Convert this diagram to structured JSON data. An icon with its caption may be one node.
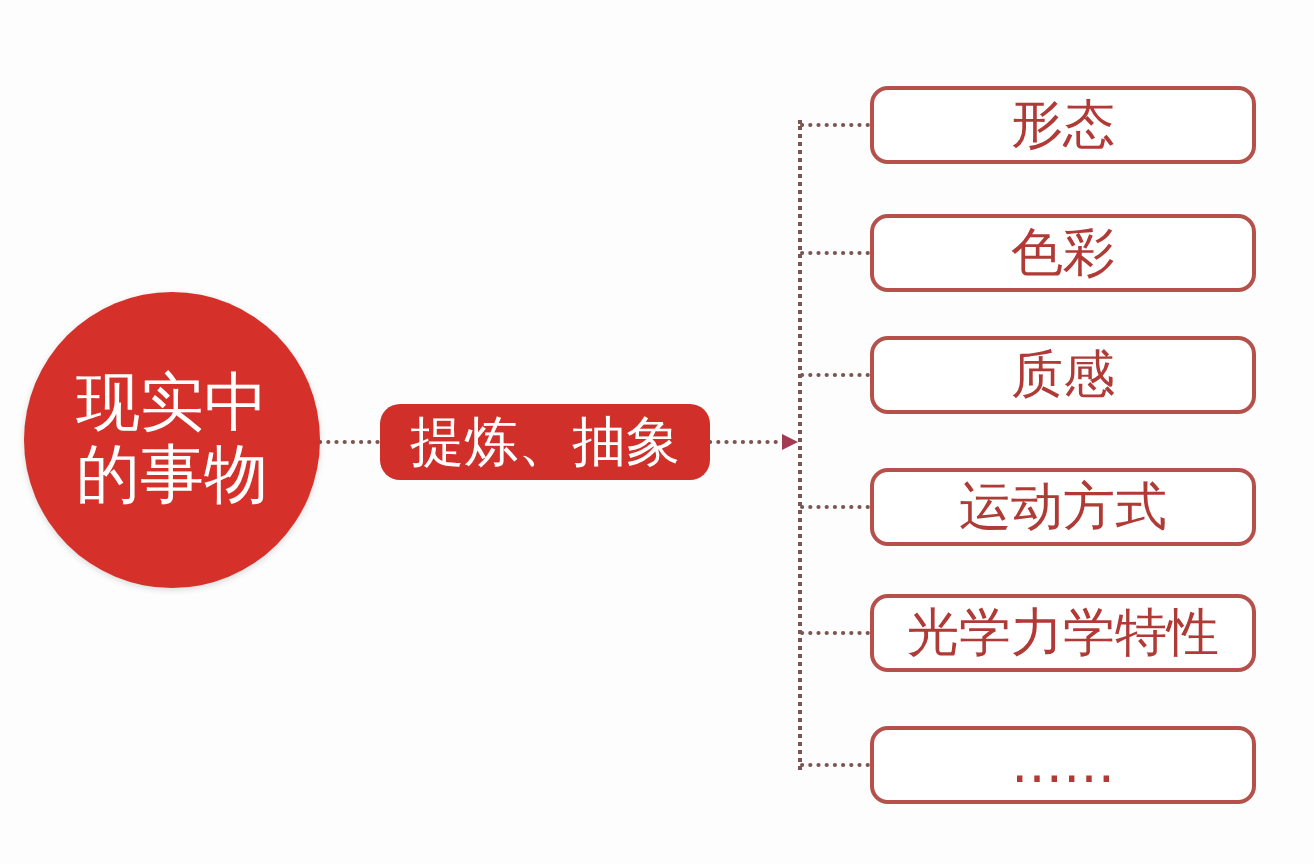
{
  "diagram": {
    "nodes": [
      {
        "text": [
          "现实中的事物"
        ]
      },
      {
        "text": [
          "提炼、抽象"
        ]
      },
      {
        "text": [],
        "shape": "bar"
      },
      {
        "text": [
          "形态"
        ]
      },
      {
        "text": [
          "色彩"
        ]
      },
      {
        "text": [
          "质感"
        ]
      },
      {
        "text": [
          "运动方式"
        ]
      },
      {
        "text": [
          "光学力学特性"
        ]
      },
      {
        "text": [
          "……"
        ]
      }
    ],
    "edges": [
      {
        "from": 0,
        "to": 1,
        "arrow": "none",
        "style": "dashed"
      },
      {
        "from": 1,
        "to": 2,
        "arrow": "to",
        "style": "dashed"
      },
      {
        "from": 2,
        "to": 3,
        "arrow": "none",
        "style": "dashed"
      },
      {
        "from": 2,
        "to": 4,
        "arrow": "none",
        "style": "dashed"
      },
      {
        "from": 2,
        "to": 5,
        "arrow": "none",
        "style": "dashed"
      },
      {
        "from": 2,
        "to": 6,
        "arrow": "none",
        "style": "dashed"
      },
      {
        "from": 2,
        "to": 7,
        "arrow": "none",
        "style": "dashed"
      },
      {
        "from": 2,
        "to": 8,
        "arrow": "none",
        "style": "dashed"
      }
    ]
  }
}
